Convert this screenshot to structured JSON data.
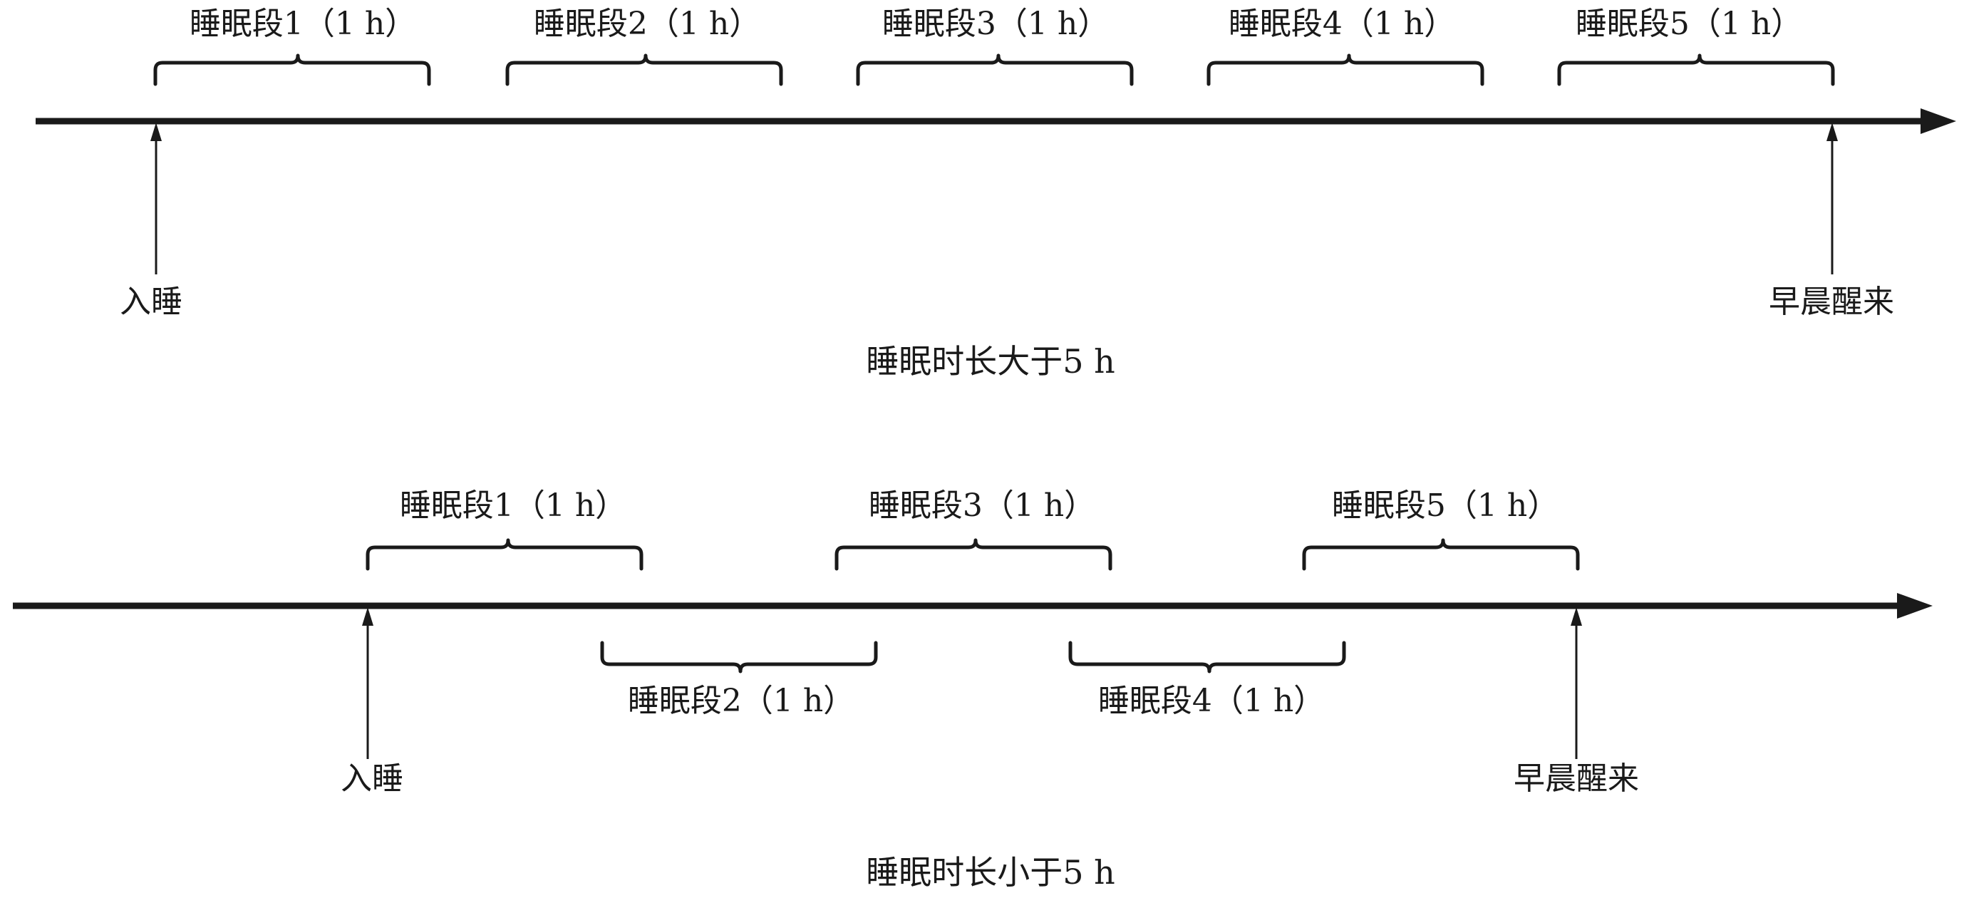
{
  "top": {
    "caption": "睡眠时长大于5 h",
    "start_label": "入睡",
    "end_label": "早晨醒来",
    "segments": [
      {
        "label": "睡眠段1（1 h）",
        "side": "above"
      },
      {
        "label": "睡眠段2（1 h）",
        "side": "above"
      },
      {
        "label": "睡眠段3（1 h）",
        "side": "above"
      },
      {
        "label": "睡眠段4（1 h）",
        "side": "above"
      },
      {
        "label": "睡眠段5（1 h）",
        "side": "above"
      }
    ]
  },
  "bottom": {
    "caption": "睡眠时长小于5 h",
    "start_label": "入睡",
    "end_label": "早晨醒来",
    "segments": [
      {
        "label": "睡眠段1（1 h）",
        "side": "above"
      },
      {
        "label": "睡眠段2（1 h）",
        "side": "below"
      },
      {
        "label": "睡眠段3（1 h）",
        "side": "above"
      },
      {
        "label": "睡眠段4（1 h）",
        "side": "below"
      },
      {
        "label": "睡眠段5（1 h）",
        "side": "above"
      }
    ]
  }
}
